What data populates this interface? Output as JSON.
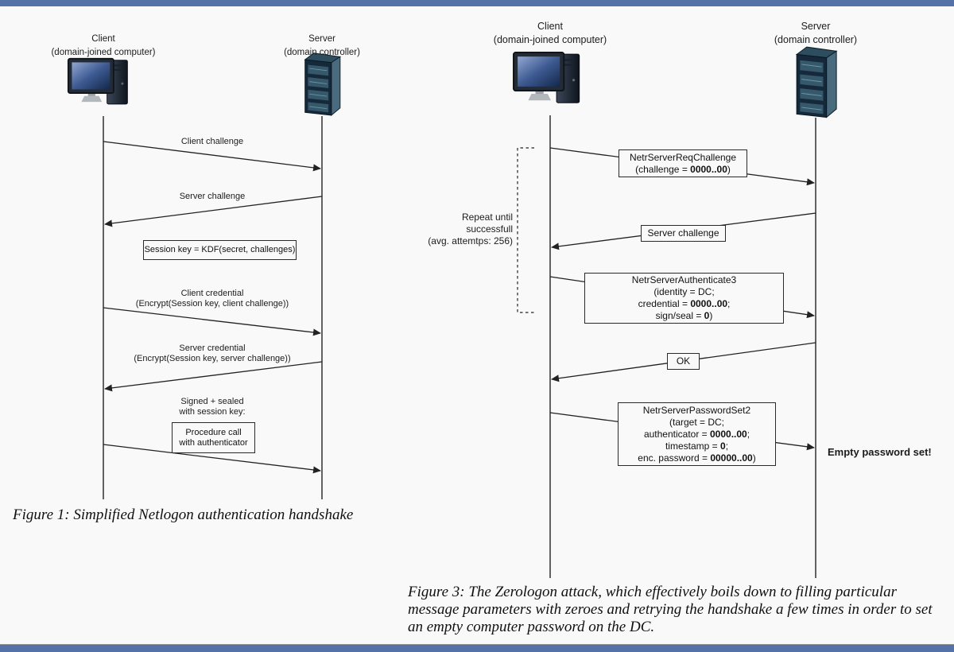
{
  "figure1": {
    "actors": {
      "client": {
        "title": "Client",
        "subtitle": "(domain-joined computer)"
      },
      "server": {
        "title": "Server",
        "subtitle": "(domain controller)"
      }
    },
    "msg_client_challenge": "Client challenge",
    "msg_server_challenge": "Server challenge",
    "note_session_key": "Session key = KDF(secret, challenges)",
    "msg_client_credential": {
      "line1": "Client credential",
      "line2": "(Encrypt(Session key, client challenge))"
    },
    "msg_server_credential": {
      "line1": "Server credential",
      "line2": "(Encrypt(Session key, server challenge))"
    },
    "msg_signed_sealed": {
      "line1": "Signed + sealed",
      "line2": "with session key:"
    },
    "box_procedure": {
      "line1": "Procedure call",
      "line2": "with authenticator"
    },
    "caption": "Figure 1: Simplified Netlogon authentication handshake"
  },
  "figure3": {
    "actors": {
      "client": {
        "title": "Client",
        "subtitle": "(domain-joined computer)"
      },
      "server": {
        "title": "Server",
        "subtitle": "(domain controller)"
      }
    },
    "repeat_note": {
      "line1": "Repeat until",
      "line2": "successfull",
      "line3": "(avg. attemtps: 256)"
    },
    "box_req_challenge": {
      "title": "NetrServerReqChallenge",
      "param_pre": "(challenge = ",
      "param_bold": "0000..00",
      "param_post": ")"
    },
    "msg_server_challenge": "Server challenge",
    "box_authenticate3": {
      "title": "NetrServerAuthenticate3",
      "line2": "(identity = DC;",
      "line3_pre": "credential = ",
      "line3_bold": "0000..00",
      "line3_post": ";",
      "line4_pre": "sign/seal = ",
      "line4_bold": "0",
      "line4_post": ")"
    },
    "msg_ok": "OK",
    "box_password_set2": {
      "title": "NetrServerPasswordSet2",
      "line2": "(target = DC;",
      "line3_pre": "authenticator = ",
      "line3_bold": "0000..00",
      "line3_post": ";",
      "line4_pre": "timestamp = ",
      "line4_bold": "0",
      "line4_post": ";",
      "line5_pre": "enc. password = ",
      "line5_bold": "00000..00",
      "line5_post": ")"
    },
    "result_note": "Empty password set!",
    "caption": "Figure 3: The Zerologon attack, which effectively boils down to filling particular message parameters with zeroes and retrying the handshake a few times in order to set an empty computer password on the DC."
  },
  "colors": {
    "accent_bar": "#5471a8",
    "background": "#f9f9f9",
    "diagram_line": "#222222"
  }
}
